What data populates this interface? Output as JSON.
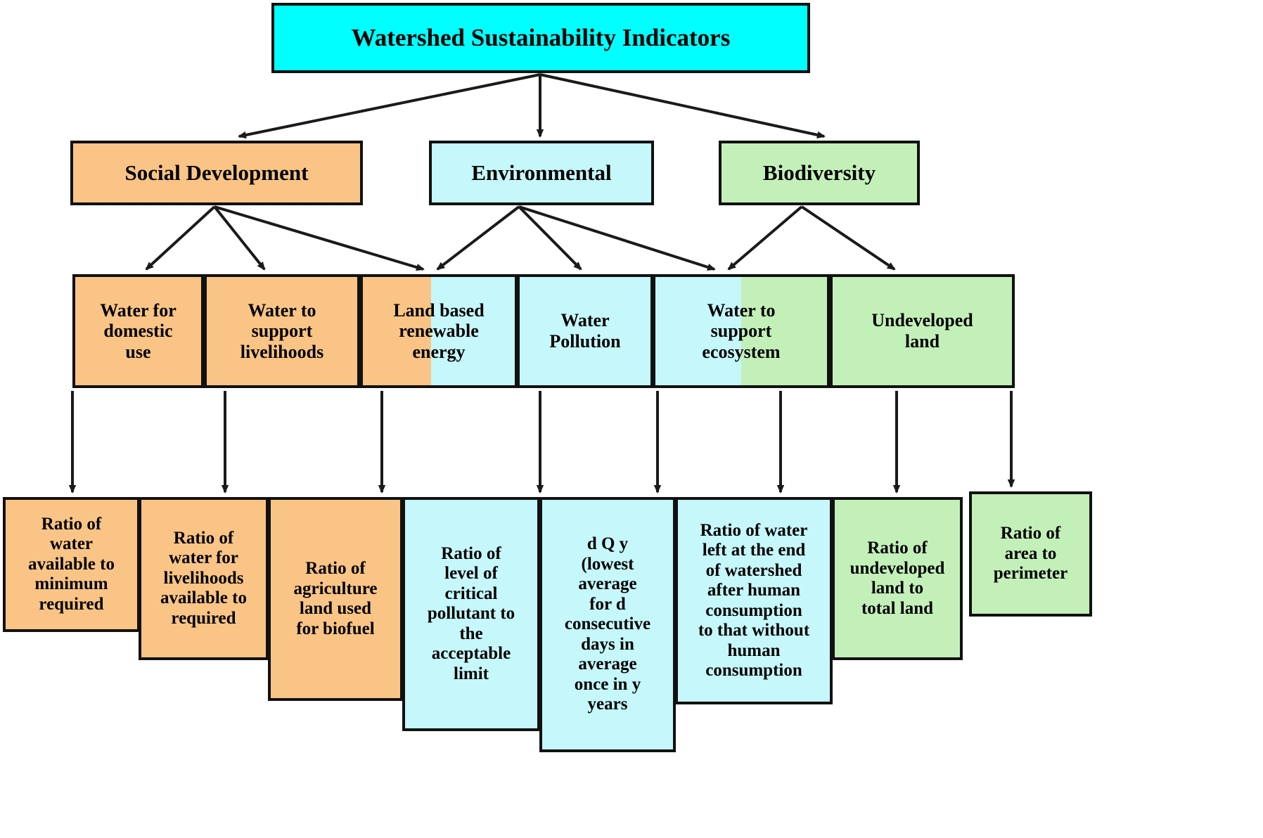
{
  "diagram": {
    "title": "Watershed Sustainability Indicators",
    "colors": {
      "root": "#00ffff",
      "social": "#fac486",
      "environmental": "#c5f7fb",
      "biodiversity": "#c3f0b8",
      "border": "#111111",
      "arrow": "#1a1a1a"
    },
    "level1": {
      "label": "Watershed Sustainability Indicators"
    },
    "level2": [
      {
        "label": "Social Development",
        "color": "#fac486"
      },
      {
        "label": "Environmental",
        "color": "#c5f7fb"
      },
      {
        "label": "Biodiversity",
        "color": "#c3f0b8"
      }
    ],
    "level3": [
      {
        "label": "Water for\ndomestic\nuse",
        "color": "#fac486"
      },
      {
        "label": "Water to\nsupport\nlivelihoods",
        "color": "#fac486"
      },
      {
        "label": "Land based\nrenewable\nenergy",
        "color": "#fac486",
        "color2": "#c5f7fb"
      },
      {
        "label": "Water\nPollution",
        "color": "#c5f7fb"
      },
      {
        "label": "Water to\nsupport\necosystem",
        "color": "#c5f7fb",
        "color2": "#c3f0b8"
      },
      {
        "label": "Undeveloped\nland",
        "color": "#c3f0b8"
      }
    ],
    "level4": [
      {
        "label": "Ratio of\nwater\navailable to\nminimum\nrequired",
        "color": "#fac486"
      },
      {
        "label": "Ratio of\nwater for\nlivelihoods\navailable to\nrequired",
        "color": "#fac486"
      },
      {
        "label": "Ratio of\nagriculture\nland used\nfor biofuel",
        "color": "#fac486"
      },
      {
        "label": "Ratio of\nlevel of\ncritical\npollutant to\nthe\nacceptable\nlimit",
        "color": "#c5f7fb"
      },
      {
        "label": "d Q y\n(lowest\naverage\nfor d\nconsecutive\ndays in\naverage\nonce in y\nyears",
        "color": "#c5f7fb"
      },
      {
        "label": "Ratio of water\nleft at the end\nof watershed\nafter human\nconsumption\nto that without\nhuman\nconsumption",
        "color": "#c5f7fb"
      },
      {
        "label": "Ratio of\nundeveloped\nland to\ntotal land",
        "color": "#c3f0b8"
      },
      {
        "label": "Ratio of\narea to\nperimeter",
        "color": "#c3f0b8"
      }
    ]
  }
}
